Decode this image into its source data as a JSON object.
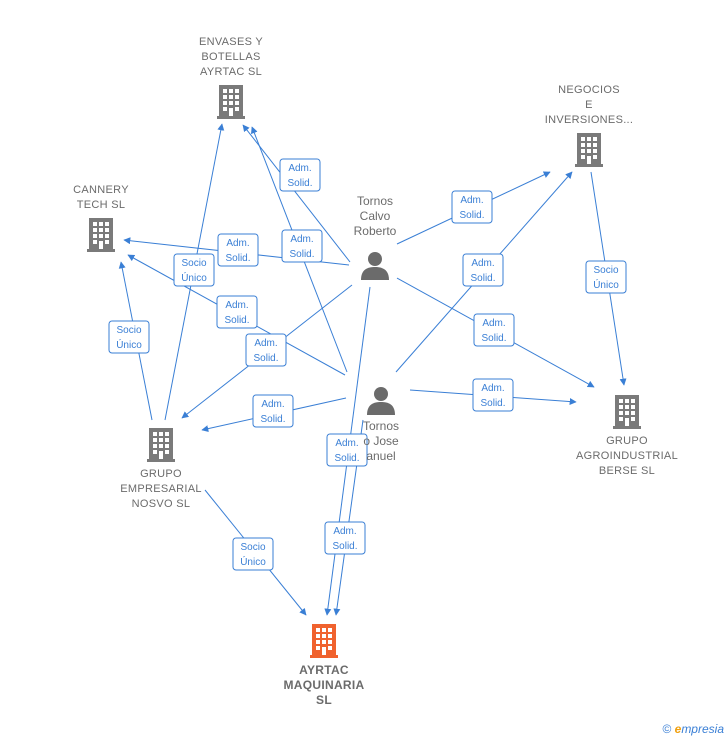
{
  "colors": {
    "edge": "#3a7fd5",
    "company_icon": "#7a7a7a",
    "main_company_icon": "#f0622e",
    "person_icon": "#6b6b6b",
    "label": "#6b6b6b"
  },
  "nodes": [
    {
      "id": "envases",
      "type": "company",
      "icon": "building-icon",
      "lines": [
        "ENVASES Y",
        "BOTELLAS",
        "AYRTAC  SL"
      ]
    },
    {
      "id": "negocios",
      "type": "company",
      "icon": "building-icon",
      "lines": [
        "NEGOCIOS",
        "E",
        "INVERSIONES..."
      ]
    },
    {
      "id": "cannery",
      "type": "company",
      "icon": "building-icon",
      "lines": [
        "CANNERY",
        "TECH SL"
      ]
    },
    {
      "id": "tornos_calvo",
      "type": "person",
      "icon": "person-icon",
      "lines": [
        "Tornos",
        "Calvo",
        "Roberto"
      ]
    },
    {
      "id": "tornos_jose",
      "type": "person",
      "icon": "person-icon",
      "lines": [
        "Tornos",
        "o Jose",
        "anuel"
      ]
    },
    {
      "id": "grupo_agro",
      "type": "company",
      "icon": "building-icon",
      "lines": [
        "GRUPO",
        "AGROINDUSTRIAL",
        "BERSE  SL"
      ]
    },
    {
      "id": "grupo_emp",
      "type": "company",
      "icon": "building-icon",
      "lines": [
        "GRUPO",
        "EMPRESARIAL",
        "NOSVO  SL"
      ]
    },
    {
      "id": "ayrtac",
      "type": "main",
      "icon": "building-icon",
      "lines": [
        "AYRTAC",
        "MAQUINARIA",
        "SL"
      ]
    }
  ],
  "edges": [
    {
      "from": "tornos_calvo",
      "to": "envases",
      "label": [
        "Adm.",
        "Solid."
      ]
    },
    {
      "from": "tornos_calvo",
      "to": "negocios",
      "label": [
        "Adm.",
        "Solid."
      ]
    },
    {
      "from": "tornos_calvo",
      "to": "cannery",
      "label": [
        "Adm.",
        "Solid."
      ]
    },
    {
      "from": "tornos_calvo",
      "to": "grupo_emp",
      "label": [
        "Adm.",
        "Solid."
      ]
    },
    {
      "from": "tornos_calvo",
      "to": "grupo_agro",
      "label": [
        "Adm.",
        "Solid."
      ]
    },
    {
      "from": "tornos_calvo",
      "to": "ayrtac",
      "label": [
        "Adm.",
        "Solid."
      ]
    },
    {
      "from": "tornos_jose",
      "to": "envases",
      "label": [
        "Adm.",
        "Solid."
      ]
    },
    {
      "from": "tornos_jose",
      "to": "negocios",
      "label": [
        "Adm.",
        "Solid."
      ]
    },
    {
      "from": "tornos_jose",
      "to": "cannery",
      "label": [
        "Adm.",
        "Solid."
      ]
    },
    {
      "from": "tornos_jose",
      "to": "grupo_emp",
      "label": [
        "Adm.",
        "Solid."
      ]
    },
    {
      "from": "tornos_jose",
      "to": "grupo_agro",
      "label": [
        "Adm.",
        "Solid."
      ]
    },
    {
      "from": "tornos_jose",
      "to": "ayrtac",
      "label": [
        "Adm.",
        "Solid."
      ]
    },
    {
      "from": "grupo_emp",
      "to": "envases",
      "label": [
        "Socio",
        "Único"
      ]
    },
    {
      "from": "grupo_emp",
      "to": "cannery",
      "label": [
        "Socio",
        "Único"
      ]
    },
    {
      "from": "grupo_emp",
      "to": "ayrtac",
      "label": [
        "Socio",
        "Único"
      ]
    },
    {
      "from": "negocios",
      "to": "grupo_agro",
      "label": [
        "Socio",
        "Único"
      ]
    }
  ],
  "footer": {
    "copyright": "©",
    "brand_initial": "e",
    "brand_rest": "mpresia"
  }
}
